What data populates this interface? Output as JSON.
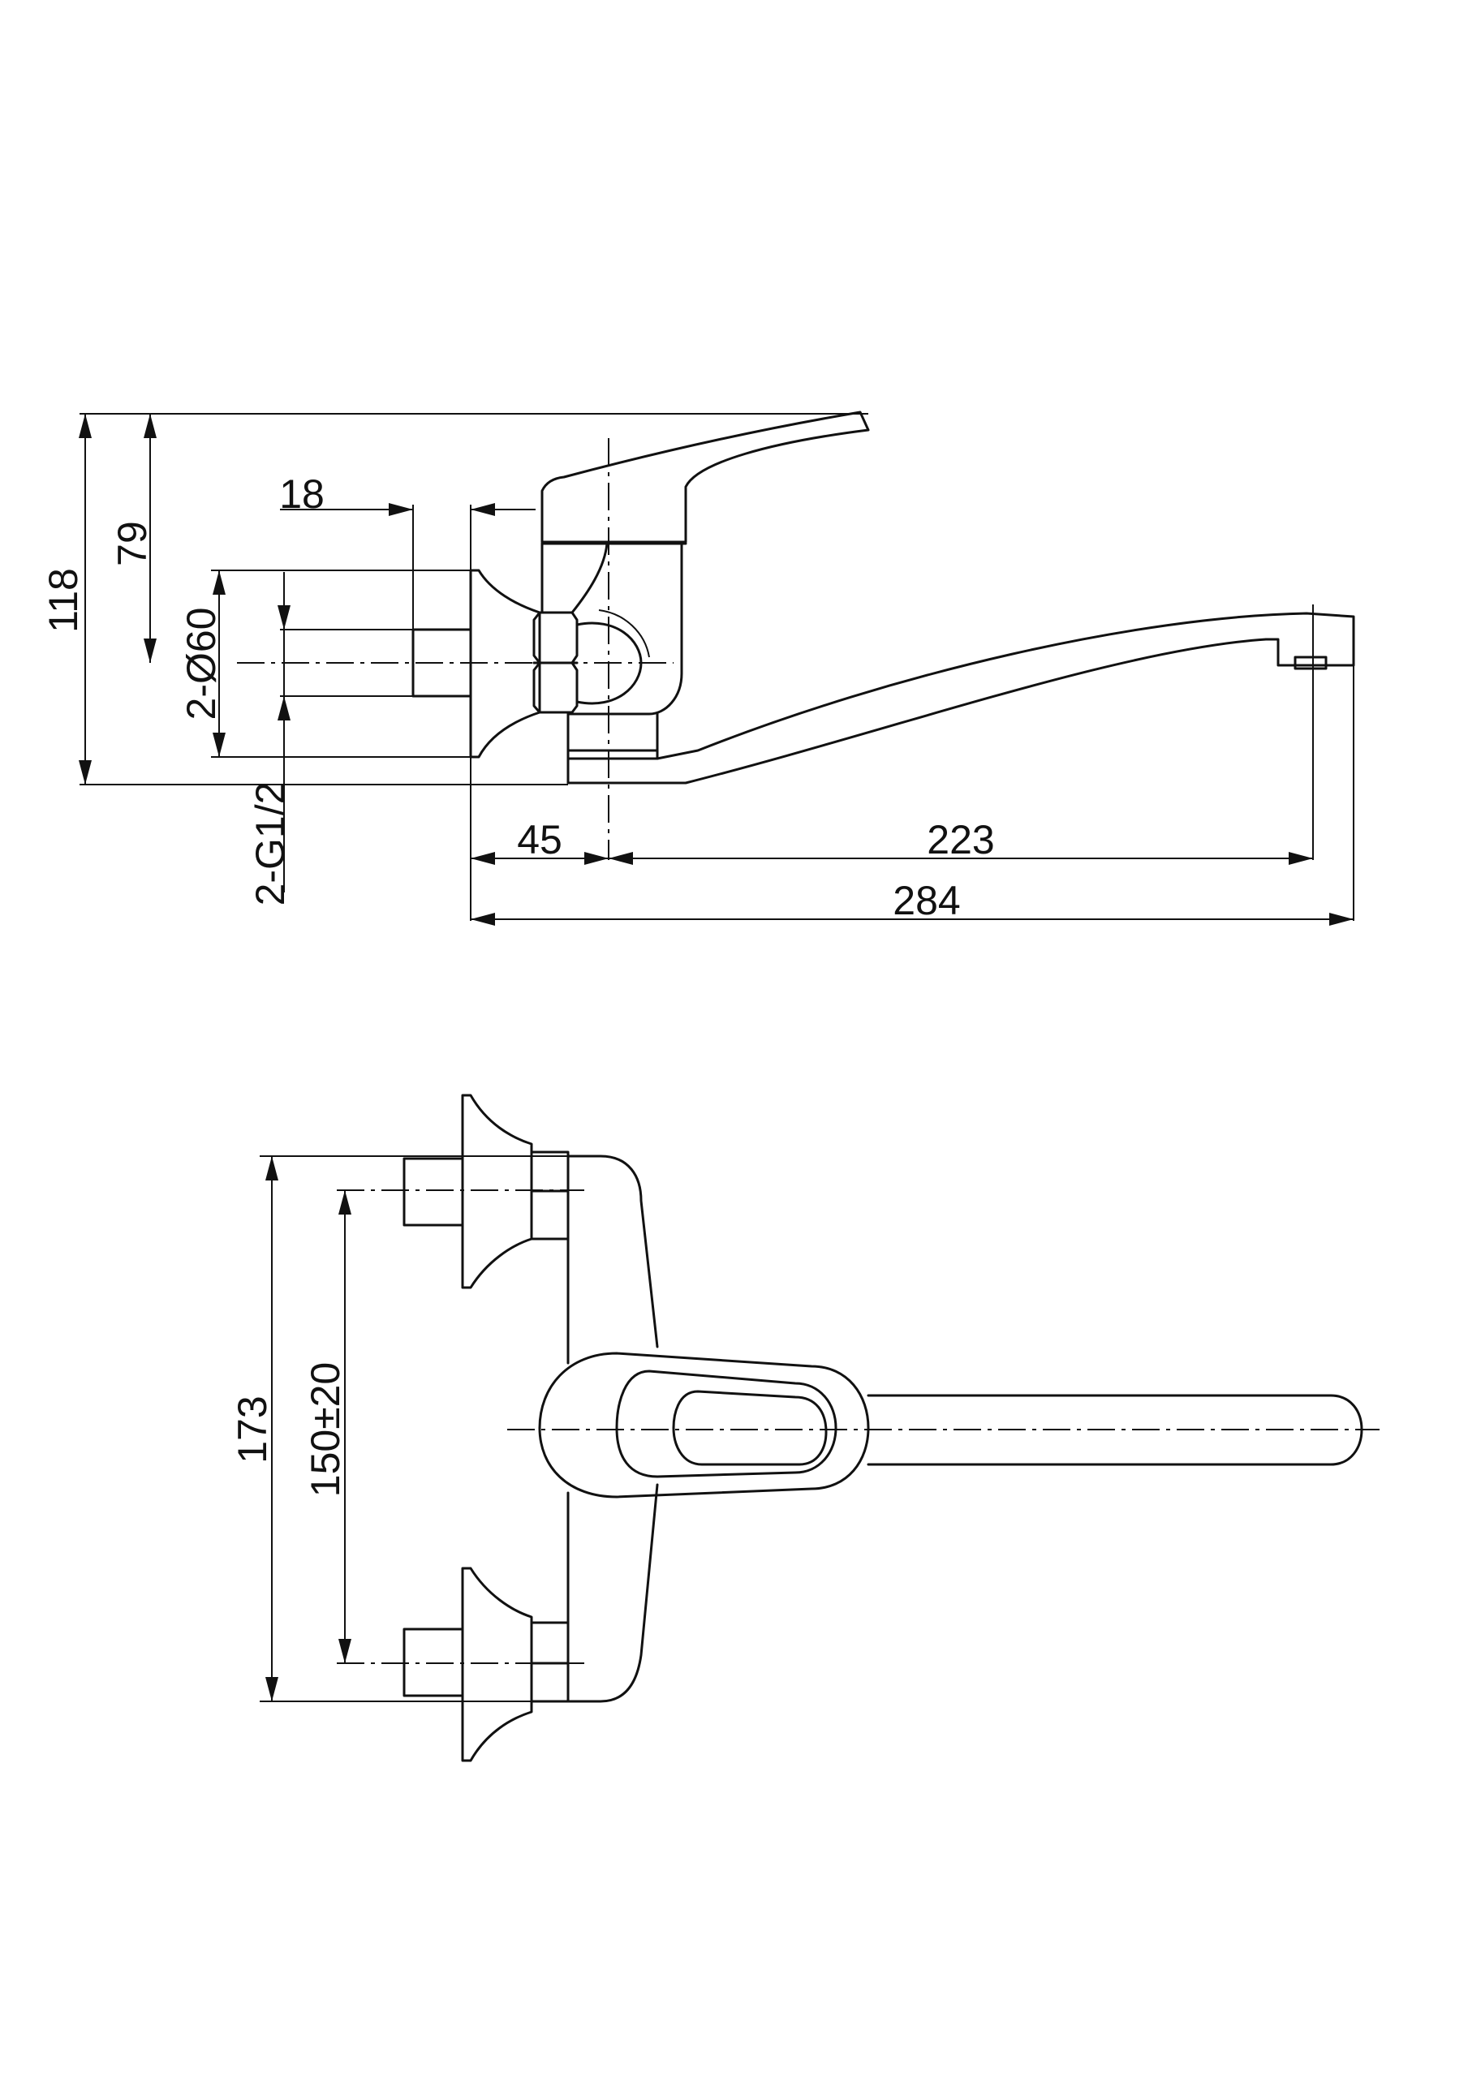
{
  "side_view": {
    "dims": {
      "d18": "18",
      "d79": "79",
      "d118": "118",
      "d_pipe": "2-Ø60",
      "d_thread": "2-G1/2",
      "d45": "45",
      "d223": "223",
      "d284": "284"
    }
  },
  "top_view": {
    "dims": {
      "d173": "173",
      "d150": "150±20"
    }
  }
}
